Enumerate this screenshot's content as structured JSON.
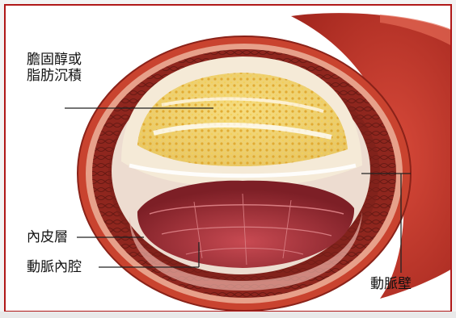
{
  "labels": {
    "cholesterol_deposit": [
      "膽固醇或",
      "脂肪沉積"
    ],
    "intima": "內皮層",
    "lumen": "動脈內腔",
    "artery_wall": "動脈壁"
  },
  "colors": {
    "frame_border": "#b01818",
    "vessel_outer": "#c53a2c",
    "vessel_wall": "#9a2b22",
    "plaque": "#f2e6b8",
    "fat": "#e8c24a",
    "lumen": "#a8323a"
  }
}
